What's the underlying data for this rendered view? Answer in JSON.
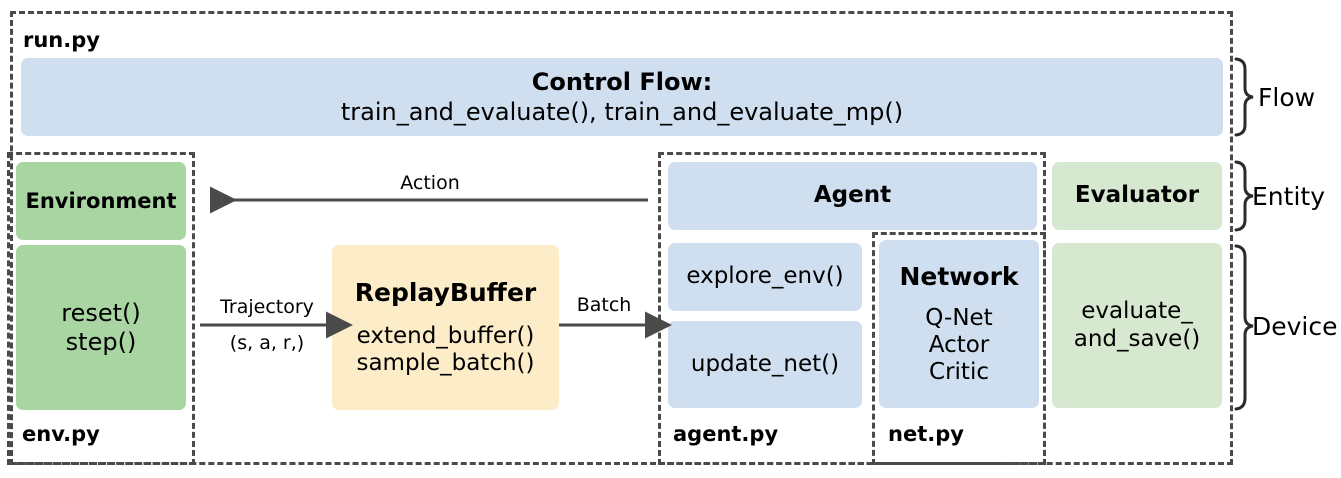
{
  "diagram": {
    "outer_file_label": "run.py",
    "control_flow": {
      "title": "Control Flow:",
      "functions": "train_and_evaluate(),  train_and_evaluate_mp()"
    },
    "env_module": {
      "file_label": "env.py",
      "entity": "Environment",
      "methods_line1": "reset()",
      "methods_line2": "step()"
    },
    "replay_buffer": {
      "title": "ReplayBuffer",
      "methods_line1": "extend_buffer()",
      "methods_line2": "sample_batch()"
    },
    "agent_module": {
      "file_label": "agent.py",
      "entity": "Agent",
      "method1": "explore_env()",
      "method2": "update_net()"
    },
    "net_module": {
      "file_label": "net.py",
      "entity": "Network",
      "items": [
        "Q-Net",
        "Actor",
        "Critic"
      ]
    },
    "evaluator_module": {
      "entity": "Evaluator",
      "method_line1": "evaluate_",
      "method_line2": "and_save()"
    },
    "arrows": [
      {
        "name": "action",
        "label": "Action",
        "sublabel": ""
      },
      {
        "name": "trajectory",
        "label": "Trajectory",
        "sublabel": "(s, a, r,)"
      },
      {
        "name": "batch",
        "label": "Batch",
        "sublabel": ""
      }
    ],
    "group_labels": [
      {
        "name": "flow",
        "label": "Flow"
      },
      {
        "name": "entity",
        "label": "Entity"
      },
      {
        "name": "device",
        "label": "Device"
      }
    ],
    "colors": {
      "blue": "#cfdff0",
      "green": "#a8d5a2",
      "light_green": "#d7e8d0",
      "yellow": "#fdecc8",
      "dashed_border": "#4a4a4a",
      "arrow": "#4a4a4a",
      "background": "#ffffff",
      "text": "#000000"
    }
  }
}
